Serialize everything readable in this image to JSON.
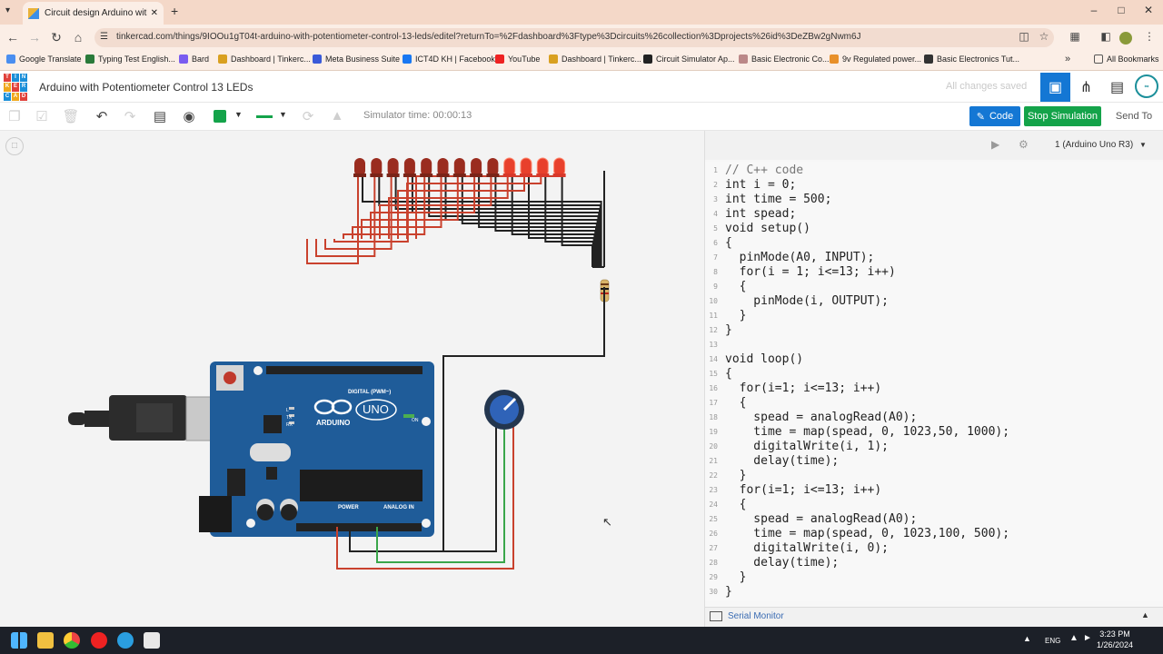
{
  "browser": {
    "tab_title": "Circuit design Arduino with Pot",
    "url": "tinkercad.com/things/9IOOu1gT04t-arduino-with-potentiometer-control-13-leds/editel?returnTo=%2Fdashboard%3Ftype%3Dcircuits%26collection%3Dprojects%26id%3DeZBw2gNwm6J",
    "bookmarks": [
      "Google Translate",
      "Typing Test English...",
      "Bard",
      "Dashboard | Tinkerc...",
      "Meta Business Suite",
      "ICT4D KH | Facebook",
      "YouTube",
      "Dashboard | Tinkerc...",
      "Circuit Simulator Ap...",
      "Basic Electronic Co...",
      "9v Regulated power...",
      "Basic Electronics Tut..."
    ],
    "all_bookmarks": "All Bookmarks"
  },
  "app": {
    "logo_letters": [
      "T",
      "I",
      "N",
      "K",
      "E",
      "R",
      "C",
      "A",
      "D"
    ],
    "project_title": "Arduino with Potentiometer Control 13 LEDs",
    "save_status": "All changes saved",
    "simulator_time": "Simulator time: 00:00:13",
    "code_label": "Code",
    "stop_label": "Stop Simulation",
    "send_label": "Send To",
    "device_select": "1 (Arduino Uno R3)",
    "serial_monitor": "Serial Monitor"
  },
  "board": {
    "brand": "ARDUINO",
    "model": "UNO",
    "digital_label": "DIGITAL (PWM~)",
    "power_label": "POWER",
    "analog_label": "ANALOG IN",
    "on_label": "ON",
    "tx": "TX",
    "rx": "RX",
    "l": "L"
  },
  "code_lines": [
    "// C++ code",
    "int i = 0;",
    "int time = 500;",
    "int spead;",
    "void setup()",
    "{",
    "  pinMode(A0, INPUT);",
    "  for(i = 1; i<=13; i++)",
    "  {",
    "    pinMode(i, OUTPUT);",
    "  }",
    "}",
    "",
    "void loop()",
    "{",
    "  for(i=1; i<=13; i++)",
    "  {",
    "    spead = analogRead(A0);",
    "    time = map(spead, 0, 1023,50, 1000);",
    "    digitalWrite(i, 1);",
    "    delay(time);",
    "  }",
    "  for(i=1; i<=13; i++)",
    "  {",
    "    spead = analogRead(A0);",
    "    time = map(spead, 0, 1023,100, 500);",
    "    digitalWrite(i, 0);",
    "    delay(time);",
    "  }",
    "}"
  ],
  "taskbar": {
    "lang": "ENG",
    "time": "3:23 PM",
    "date": "1/26/2024"
  },
  "colors": {
    "stop": "#14a34a",
    "code": "#1477d4",
    "board": "#1f5c99",
    "led_on": "#e8402c",
    "led_off": "#9a2c1f"
  },
  "leds_lit": [
    false,
    false,
    false,
    false,
    false,
    false,
    false,
    false,
    false,
    true,
    true,
    true,
    true
  ]
}
